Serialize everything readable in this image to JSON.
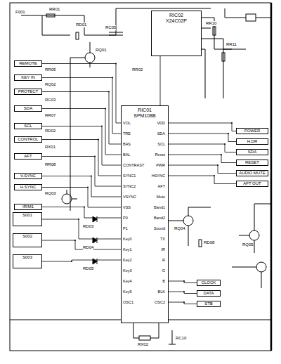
{
  "diagram": {
    "nodes": [
      {
        "text": [
          "RIC02",
          "X24C02P"
        ]
      },
      {
        "text": [
          "REMOTE"
        ]
      },
      {
        "text": [
          "KEY IN"
        ]
      },
      {
        "text": [
          "PROTECT"
        ]
      },
      {
        "text": [
          "SDA"
        ]
      },
      {
        "text": [
          "SCL"
        ]
      },
      {
        "text": [
          "CONTROL"
        ]
      },
      {
        "text": [
          "AFT"
        ]
      },
      {
        "text": [
          "V.SYNC"
        ]
      },
      {
        "text": [
          "H.SYNC"
        ]
      },
      {
        "text": [
          "IR/M1"
        ]
      },
      {
        "text": [
          "S001"
        ]
      },
      {
        "text": [
          "S002"
        ]
      },
      {
        "text": [
          "S003"
        ]
      },
      {
        "text": [
          "RIC01",
          "SPM108B"
        ]
      },
      {
        "text": [
          "POWER"
        ]
      },
      {
        "text": [
          "H.DR"
        ]
      },
      {
        "text": [
          "SDA"
        ]
      },
      {
        "text": [
          "RESET"
        ]
      },
      {
        "text": [
          "AUDIO MUTE"
        ]
      },
      {
        "text": [
          "AFT OUT"
        ]
      },
      {
        "text": [
          "CLOCK"
        ]
      },
      {
        "text": [
          "DATA"
        ]
      },
      {
        "text": [
          "STB"
        ]
      }
    ],
    "edges": [
      {
        "from": 0,
        "to": 14,
        "arrow": "none"
      },
      {
        "from": 1,
        "to": 14,
        "arrow": "none"
      },
      {
        "from": 2,
        "to": 14,
        "arrow": "none"
      },
      {
        "from": 3,
        "to": 14,
        "arrow": "none"
      },
      {
        "from": 4,
        "to": 14,
        "arrow": "none"
      },
      {
        "from": 5,
        "to": 14,
        "arrow": "none"
      },
      {
        "from": 6,
        "to": 14,
        "arrow": "none"
      },
      {
        "from": 7,
        "to": 14,
        "arrow": "none"
      },
      {
        "from": 8,
        "to": 14,
        "arrow": "none"
      },
      {
        "from": 9,
        "to": 14,
        "arrow": "none"
      },
      {
        "from": 10,
        "to": 14,
        "arrow": "none"
      },
      {
        "from": 11,
        "to": 14,
        "arrow": "none"
      },
      {
        "from": 12,
        "to": 14,
        "arrow": "none"
      },
      {
        "from": 13,
        "to": 14,
        "arrow": "none"
      },
      {
        "from": 14,
        "to": 15,
        "arrow": "none"
      },
      {
        "from": 14,
        "to": 16,
        "arrow": "none"
      },
      {
        "from": 14,
        "to": 17,
        "arrow": "none"
      },
      {
        "from": 14,
        "to": 18,
        "arrow": "none"
      },
      {
        "from": 14,
        "to": 19,
        "arrow": "none"
      },
      {
        "from": 14,
        "to": 20,
        "arrow": "none"
      },
      {
        "from": 14,
        "to": 21,
        "arrow": "none"
      },
      {
        "from": 14,
        "to": 22,
        "arrow": "none"
      },
      {
        "from": 14,
        "to": 23,
        "arrow": "none"
      }
    ],
    "labels": [
      "F001",
      "RR01",
      "RD01",
      "RC05",
      "RQ01",
      "RR02",
      "RR10",
      "RR11",
      "RR05",
      "RQ02",
      "RC03",
      "RR07",
      "RD02",
      "RX01",
      "RR08",
      "RQ03",
      "RD03",
      "RD04",
      "RD05",
      "RQ04",
      "RD08",
      "RQ05",
      "RX02",
      "RC10",
      "VOL",
      "TRE",
      "BAS",
      "BAL",
      "CONTRAST",
      "SYNC1",
      "SYNC2",
      "VSYNC",
      "VSS",
      "P0",
      "P1",
      "Key0",
      "Key1",
      "Key2",
      "Key3",
      "Key4",
      "Key5",
      "OSC1",
      "VDD",
      "SDA",
      "SCL",
      "Reset",
      "PWR",
      "HSYNC",
      "AFT",
      "Mute",
      "Band1",
      "Band2",
      "Sound",
      "TX",
      "IR",
      "R",
      "G",
      "B",
      "BLK",
      "OSC2"
    ]
  }
}
